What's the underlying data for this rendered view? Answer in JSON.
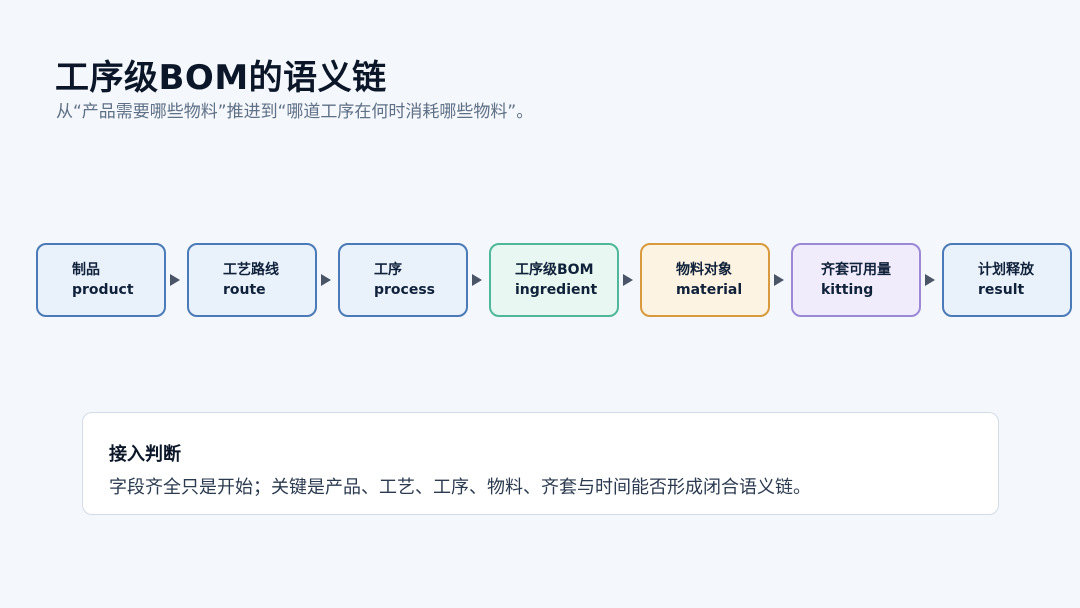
{
  "title": "工序级BOM的语义链",
  "subtitle": "从“产品需要哪些物料”推进到“哪道工序在何时消耗哪些物料”。",
  "flow": {
    "nodes": [
      {
        "zh": "制品",
        "en": "product",
        "color": "#4a7ab8"
      },
      {
        "zh": "工艺路线",
        "en": "route",
        "color": "#4a7ab8"
      },
      {
        "zh": "工序",
        "en": "process",
        "color": "#4a7ab8"
      },
      {
        "zh": "工序级BOM",
        "en": "ingredient",
        "color": "#4fb89a"
      },
      {
        "zh": "物料对象",
        "en": "material",
        "color": "#d89a3c"
      },
      {
        "zh": "齐套可用量",
        "en": "kitting",
        "color": "#9b88d6"
      },
      {
        "zh": "计划释放",
        "en": "result",
        "color": "#4a7ab8"
      }
    ]
  },
  "card": {
    "title": "接入判断",
    "body": "字段齐全只是开始；关键是产品、工艺、工序、物料、齐套与时间能否形成闭合语义链。"
  }
}
